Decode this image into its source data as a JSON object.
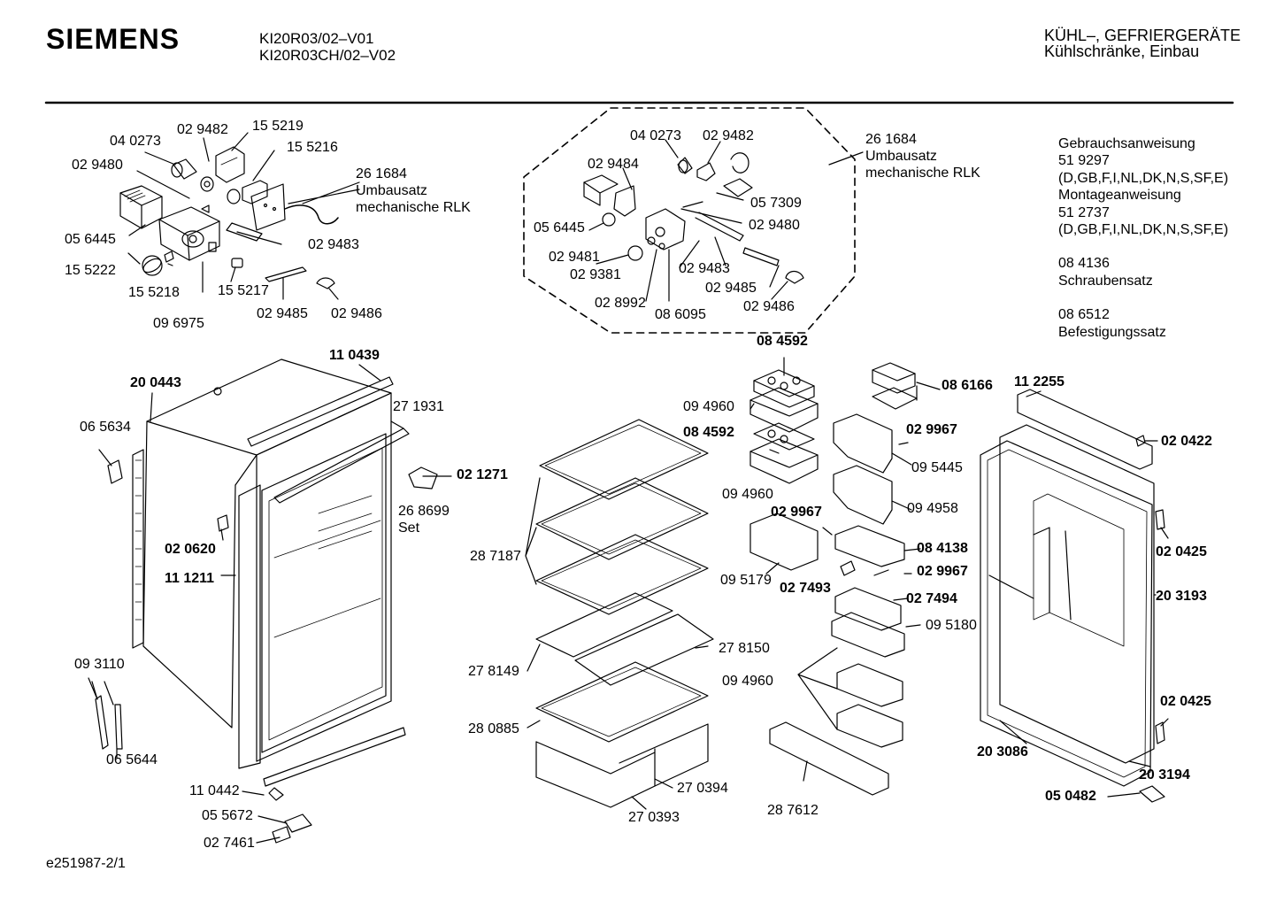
{
  "header": {
    "brand": "SIEMENS",
    "models": [
      "KI20R03/02–V01",
      "KI20R03CH/02–V02"
    ],
    "category": "KÜHL–, GEFRIERGERÄTE",
    "subcategory": "Kühlschränke, Einbau"
  },
  "documents": [
    "Gebrauchsanweisung",
    "51 9297",
    "(D,GB,F,I,NL,DK,N,S,SF,E)",
    "Montageanweisung",
    "51 2737",
    "(D,GB,F,I,NL,DK,N,S,SF,E)",
    "",
    "08 4136",
    "Schraubensatz",
    "",
    "08 6512",
    "Befestigungssatz"
  ],
  "parts_left_top": {
    "p040273": "04 0273",
    "p029482": "02 9482",
    "p155219": "15 5219",
    "p155216": "15 5216",
    "p029480": "02 9480",
    "kit_code": "26 1684",
    "kit_name": "Umbausatz",
    "kit_desc": "mechanische RLK",
    "p056445": "05 6445",
    "p029483": "02 9483",
    "p155222": "15 5222",
    "p155218": "15 5218",
    "p155217": "15 5217",
    "p029485": "02 9485",
    "p029486": "02 9486",
    "p096975": "09 6975"
  },
  "parts_kit_box": {
    "p040273": "04 0273",
    "p029482": "02 9482",
    "p029484": "02 9484",
    "kit_code": "26 1684",
    "kit_name": "Umbausatz",
    "kit_desc": "mechanische RLK",
    "p056445": "05 6445",
    "p057309": "05 7309",
    "p029480": "02 9480",
    "p029481": "02 9481",
    "p029381": "02 9381",
    "p029483": "02 9483",
    "p029485": "02 9485",
    "p028992": "02 8992",
    "p086095": "08 6095",
    "p029486": "02 9486"
  },
  "parts_cabinet": {
    "p110439": "11 0439",
    "p200443": "20 0443",
    "p271931": "27 1931",
    "p065634": "06 5634",
    "p021271": "02 1271",
    "p268699": "26 8699",
    "set_label": "Set",
    "p020620": "02 0620",
    "p111211": "11 1211",
    "p093110": "09 3110",
    "p065644": "06 5644",
    "p110442": "11 0442",
    "p055672": "05 5672",
    "p027461": "02 7461"
  },
  "parts_shelves": {
    "p287187": "28 7187",
    "p278150": "27 8150",
    "p278149": "27 8149",
    "p280885": "28 0885",
    "p270394": "27 0394",
    "p270393": "27 0393"
  },
  "parts_door": {
    "p084592a": "08 4592",
    "p094960a": "09 4960",
    "p084592b": "08 4592",
    "p094960b": "09 4960",
    "p086166": "08 6166",
    "p029967a": "02 9967",
    "p095445": "09 5445",
    "p094958": "09 4958",
    "p029967b": "02 9967",
    "p084138": "08 4138",
    "p095179": "09 5179",
    "p029967c": "02 9967",
    "p027493": "02 7493",
    "p027494": "02 7494",
    "p095180": "09 5180",
    "p094960c": "09 4960",
    "p287612": "28 7612",
    "p112255": "11 2255",
    "p020422": "02 0422",
    "p020425a": "02 0425",
    "p203193": "20 3193",
    "p020425b": "02 0425",
    "p203086": "20 3086",
    "p203194": "20 3194",
    "p050482": "05 0482"
  },
  "footer": {
    "code": "e251987-2/1"
  }
}
